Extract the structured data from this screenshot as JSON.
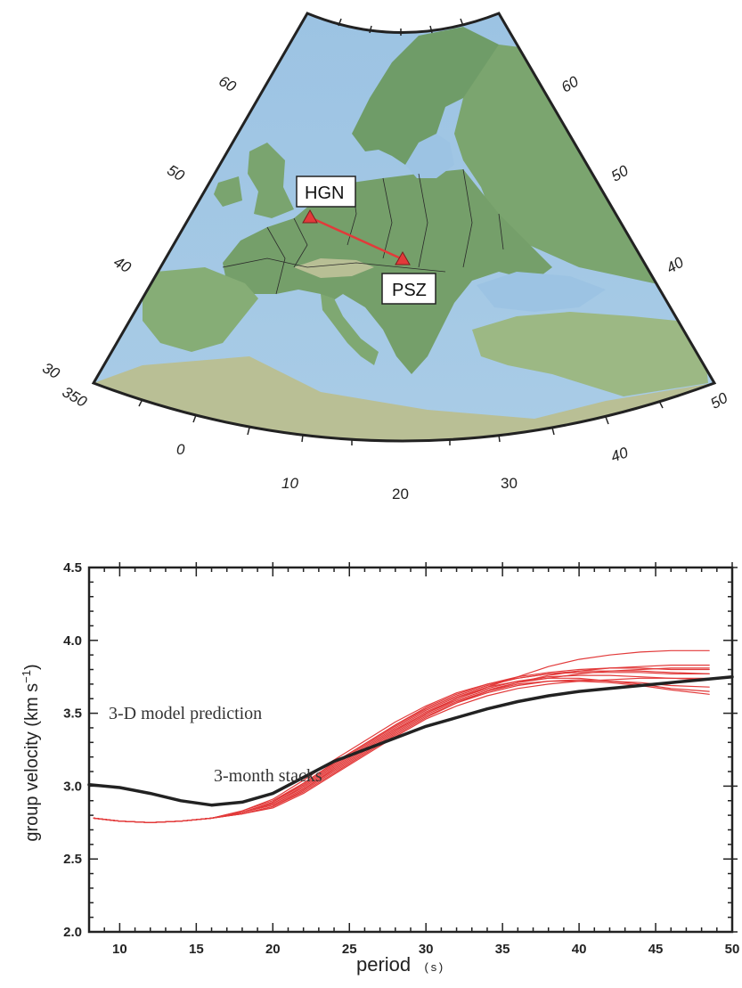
{
  "map": {
    "stations": [
      {
        "name": "HGN"
      },
      {
        "name": "PSZ"
      }
    ],
    "latitude_labels_left": [
      "30",
      "40",
      "50",
      "60"
    ],
    "latitude_labels_right": [
      "40",
      "50",
      "60"
    ],
    "longitude_labels": [
      "350",
      "0",
      "10",
      "20",
      "30",
      "40",
      "50"
    ],
    "path_color": "#e23a3a",
    "station_color": "#e23a3a"
  },
  "chart_data": {
    "type": "line",
    "xlabel": "period",
    "xlabel_unit": "(s)",
    "ylabel": "group velocity (km s",
    "ylabel_sup": "−1",
    "ylabel_close": ")",
    "xlim": [
      8,
      50
    ],
    "ylim": [
      2.0,
      4.5
    ],
    "x_ticks": [
      10,
      15,
      20,
      25,
      30,
      35,
      40,
      45,
      50
    ],
    "y_ticks": [
      "2.0",
      "2.5",
      "3.0",
      "3.5",
      "4.0",
      "4.5"
    ],
    "annotations": [
      "3-D model prediction",
      "3-month stacks"
    ],
    "series": [
      {
        "color": "#222222",
        "x": [
          8,
          10,
          12,
          14,
          16,
          18,
          20,
          22,
          24,
          26,
          28,
          30,
          32,
          34,
          36,
          38,
          40,
          42,
          44,
          46,
          48,
          50
        ],
        "y": [
          3.01,
          2.99,
          2.95,
          2.9,
          2.87,
          2.89,
          2.95,
          3.06,
          3.17,
          3.25,
          3.33,
          3.41,
          3.47,
          3.53,
          3.58,
          3.62,
          3.65,
          3.67,
          3.69,
          3.71,
          3.73,
          3.75
        ]
      },
      {
        "color": "#e23a3a",
        "x": [
          8.3,
          10,
          12,
          14,
          16,
          18,
          20,
          22,
          24,
          26,
          28,
          30,
          32,
          34,
          36,
          38,
          40,
          42,
          44,
          46,
          48.5
        ],
        "y": [
          2.78,
          2.76,
          2.75,
          2.76,
          2.78,
          2.82,
          2.87,
          2.98,
          3.12,
          3.25,
          3.38,
          3.5,
          3.6,
          3.68,
          3.75,
          3.82,
          3.87,
          3.9,
          3.92,
          3.93,
          3.93
        ]
      },
      {
        "color": "#e23a3a",
        "x": [
          8.3,
          10,
          12,
          14,
          16,
          18,
          20,
          22,
          24,
          26,
          28,
          30,
          32,
          34,
          36,
          38,
          40,
          42,
          44,
          46,
          48.5
        ],
        "y": [
          2.78,
          2.76,
          2.75,
          2.76,
          2.78,
          2.83,
          2.9,
          3.02,
          3.16,
          3.29,
          3.42,
          3.54,
          3.63,
          3.7,
          3.75,
          3.78,
          3.8,
          3.81,
          3.81,
          3.8,
          3.8
        ]
      },
      {
        "color": "#e23a3a",
        "x": [
          8.3,
          10,
          12,
          14,
          16,
          18,
          20,
          22,
          24,
          26,
          28,
          30,
          32,
          34,
          36,
          38,
          40,
          42,
          44,
          46,
          48.5
        ],
        "y": [
          2.78,
          2.76,
          2.75,
          2.76,
          2.78,
          2.81,
          2.86,
          2.96,
          3.09,
          3.22,
          3.35,
          3.47,
          3.57,
          3.65,
          3.71,
          3.76,
          3.79,
          3.81,
          3.82,
          3.83,
          3.83
        ]
      },
      {
        "color": "#e23a3a",
        "x": [
          8.3,
          10,
          12,
          14,
          16,
          18,
          20,
          22,
          24,
          26,
          28,
          30,
          32,
          34,
          36,
          38,
          40,
          42,
          44,
          46,
          48.5
        ],
        "y": [
          2.78,
          2.76,
          2.75,
          2.76,
          2.78,
          2.82,
          2.88,
          3.0,
          3.14,
          3.27,
          3.4,
          3.51,
          3.6,
          3.67,
          3.72,
          3.75,
          3.76,
          3.76,
          3.75,
          3.74,
          3.73
        ]
      },
      {
        "color": "#e23a3a",
        "x": [
          8.3,
          10,
          12,
          14,
          16,
          18,
          20,
          22,
          24,
          26,
          28,
          30,
          32,
          34,
          36,
          38,
          40,
          42,
          44,
          46,
          48.5
        ],
        "y": [
          2.78,
          2.76,
          2.75,
          2.76,
          2.78,
          2.82,
          2.89,
          3.01,
          3.15,
          3.28,
          3.41,
          3.52,
          3.61,
          3.68,
          3.72,
          3.74,
          3.74,
          3.72,
          3.7,
          3.67,
          3.65
        ]
      },
      {
        "color": "#e23a3a",
        "x": [
          8.3,
          10,
          12,
          14,
          16,
          18,
          20,
          22,
          24,
          26,
          28,
          30,
          32,
          34,
          36,
          38,
          40,
          42,
          44,
          46,
          48.5
        ],
        "y": [
          2.78,
          2.76,
          2.75,
          2.76,
          2.78,
          2.82,
          2.87,
          2.98,
          3.11,
          3.24,
          3.37,
          3.49,
          3.58,
          3.65,
          3.7,
          3.72,
          3.72,
          3.71,
          3.69,
          3.66,
          3.63
        ]
      },
      {
        "color": "#e23a3a",
        "x": [
          8.3,
          10,
          12,
          14,
          16,
          18,
          20,
          22,
          24,
          26,
          28,
          30,
          32,
          34,
          36,
          38,
          40,
          42,
          44,
          46,
          48.5
        ],
        "y": [
          2.78,
          2.76,
          2.75,
          2.76,
          2.78,
          2.83,
          2.91,
          3.04,
          3.18,
          3.31,
          3.44,
          3.55,
          3.64,
          3.7,
          3.74,
          3.77,
          3.78,
          3.78,
          3.78,
          3.77,
          3.77
        ]
      },
      {
        "color": "#e23a3a",
        "x": [
          8.3,
          10,
          12,
          14,
          16,
          18,
          20,
          22,
          24,
          26,
          28,
          30,
          32,
          34,
          36,
          38,
          40,
          42,
          44,
          46,
          48.5
        ],
        "y": [
          2.78,
          2.76,
          2.75,
          2.76,
          2.78,
          2.81,
          2.85,
          2.95,
          3.08,
          3.21,
          3.34,
          3.46,
          3.55,
          3.62,
          3.67,
          3.7,
          3.72,
          3.73,
          3.74,
          3.74,
          3.74
        ]
      },
      {
        "color": "#e23a3a",
        "x": [
          8.3,
          10,
          12,
          14,
          16,
          18,
          20,
          22,
          24,
          26,
          28,
          30,
          32,
          34,
          36,
          38,
          40,
          42,
          44,
          46,
          48.5
        ],
        "y": [
          2.78,
          2.76,
          2.75,
          2.76,
          2.78,
          2.82,
          2.88,
          2.99,
          3.13,
          3.26,
          3.39,
          3.5,
          3.59,
          3.66,
          3.71,
          3.74,
          3.77,
          3.79,
          3.8,
          3.81,
          3.81
        ]
      },
      {
        "color": "#e23a3a",
        "x": [
          8.3,
          10,
          12,
          14,
          16,
          18,
          20,
          22,
          24,
          26,
          28,
          30,
          32,
          34,
          36,
          38,
          40,
          42,
          44,
          46,
          48.5
        ],
        "y": [
          2.78,
          2.76,
          2.75,
          2.76,
          2.78,
          2.82,
          2.89,
          3.02,
          3.16,
          3.29,
          3.42,
          3.53,
          3.62,
          3.69,
          3.74,
          3.77,
          3.79,
          3.79,
          3.79,
          3.78,
          3.77
        ]
      },
      {
        "color": "#e23a3a",
        "x": [
          8.3,
          10,
          12,
          14,
          16,
          18,
          20,
          22,
          24,
          26,
          28,
          30,
          32,
          34,
          36,
          38,
          40,
          42,
          44,
          46,
          48.5
        ],
        "y": [
          2.78,
          2.76,
          2.75,
          2.76,
          2.78,
          2.81,
          2.86,
          2.97,
          3.1,
          3.23,
          3.36,
          3.48,
          3.57,
          3.64,
          3.69,
          3.72,
          3.73,
          3.72,
          3.71,
          3.69,
          3.68
        ]
      }
    ]
  }
}
